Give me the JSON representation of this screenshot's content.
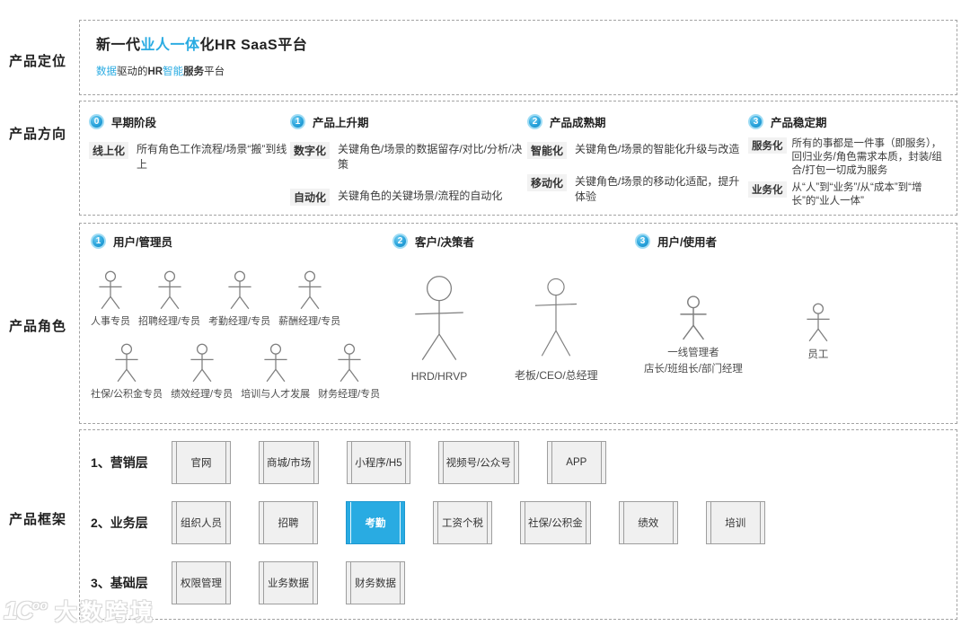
{
  "accent_color": "#29abe2",
  "left_labels": {
    "positioning": "产品定位",
    "direction": "产品方向",
    "roles": "产品角色",
    "framework": "产品框架"
  },
  "positioning": {
    "title_segments": [
      {
        "text": "新一代"
      },
      {
        "text": "业人一体"
      },
      {
        "text": "化HR SaaS平台"
      }
    ],
    "subtitle_segments": [
      {
        "text": "数据"
      },
      {
        "text": "驱动的"
      },
      {
        "text": "HR"
      },
      {
        "text": "智能"
      },
      {
        "text": "服务"
      },
      {
        "text": "平台"
      }
    ]
  },
  "direction": {
    "phases": [
      {
        "num": "0",
        "title": "早期阶段",
        "items": [
          {
            "tag": "线上化",
            "desc": "所有角色工作流程/场景“搬”到线上"
          }
        ]
      },
      {
        "num": "1",
        "title": "产品上升期",
        "items": [
          {
            "tag": "数字化",
            "desc": "关键角色/场景的数据留存/对比/分析/决策"
          },
          {
            "tag": "自动化",
            "desc": "关键角色的关键场景/流程的自动化"
          }
        ]
      },
      {
        "num": "2",
        "title": "产品成熟期",
        "items": [
          {
            "tag": "智能化",
            "desc": "关键角色/场景的智能化升级与改造"
          },
          {
            "tag": "移动化",
            "desc": "关键角色/场景的移动化适配，提升体验"
          }
        ]
      },
      {
        "num": "3",
        "title": "产品稳定期",
        "items": [
          {
            "tag": "服务化",
            "desc": "所有的事都是一件事（即服务），回归业务/角色需求本质，封装/组合/打包一切成为服务"
          },
          {
            "tag": "业务化",
            "desc": "从“人”到“业务”/从“成本”到“增长”的“业人一体”"
          }
        ]
      }
    ]
  },
  "roles": {
    "groups": [
      {
        "num": "1",
        "title": "用户/管理员",
        "row1": [
          "人事专员",
          "招聘经理/专员",
          "考勤经理/专员",
          "薪酬经理/专员"
        ],
        "row2": [
          "社保/公积金专员",
          "绩效经理/专员",
          "培训与人才发展",
          "财务经理/专员"
        ]
      },
      {
        "num": "2",
        "title": "客户/决策者",
        "figures": [
          "HRD/HRVP",
          "老板/CEO/总经理"
        ]
      },
      {
        "num": "3",
        "title": "用户/使用者",
        "figure1_line1": "一线管理者",
        "figure1_line2": "店长/班组长/部门经理",
        "figure2": "员工"
      }
    ]
  },
  "framework": {
    "rows": [
      {
        "label": "1、营销层",
        "boxes": [
          "官网",
          "商城/市场",
          "小程序/H5",
          "视频号/公众号",
          "APP"
        ]
      },
      {
        "label": "2、业务层",
        "boxes": [
          "组织人员",
          "招聘",
          "考勤",
          "工资个税",
          "社保/公积金",
          "绩效",
          "培训"
        ],
        "highlight_index": 2
      },
      {
        "label": "3、基础层",
        "boxes": [
          "权限管理",
          "业务数据",
          "财务数据"
        ]
      }
    ]
  },
  "watermark": {
    "logo": "1C",
    "logo_sup": "oo",
    "text": "大数跨境"
  }
}
